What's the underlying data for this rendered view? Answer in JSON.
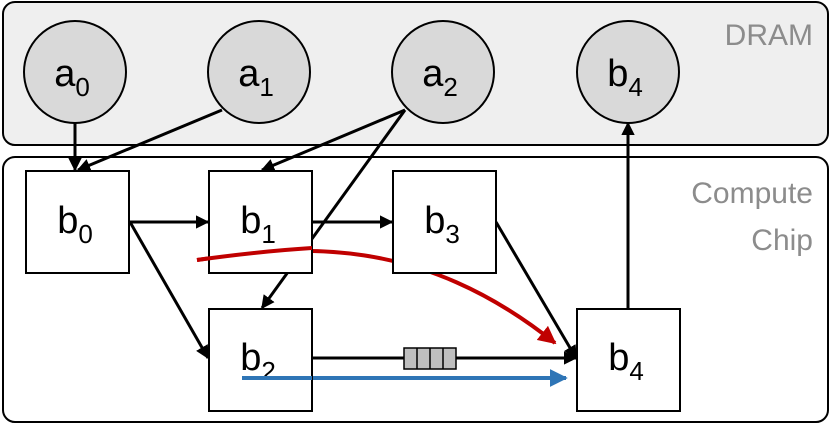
{
  "regions": {
    "dram": "DRAM",
    "compute_line1": "Compute",
    "compute_line2": "Chip"
  },
  "nodes": {
    "a0": {
      "base": "a",
      "sub": "0"
    },
    "a1": {
      "base": "a",
      "sub": "1"
    },
    "a2": {
      "base": "a",
      "sub": "2"
    },
    "b4_dram": {
      "base": "b",
      "sub": "4"
    },
    "b0": {
      "base": "b",
      "sub": "0"
    },
    "b1": {
      "base": "b",
      "sub": "1"
    },
    "b2": {
      "base": "b",
      "sub": "2"
    },
    "b3": {
      "base": "b",
      "sub": "3"
    },
    "b4": {
      "base": "b",
      "sub": "4"
    }
  },
  "colors": {
    "dram_fill": "#efefef",
    "circle_fill": "#d9d9d9",
    "region_label": "#8c8c8c",
    "red_path": "#c00000",
    "blue_path": "#2e75b6",
    "fifo_fill": "#bfbfbf"
  }
}
